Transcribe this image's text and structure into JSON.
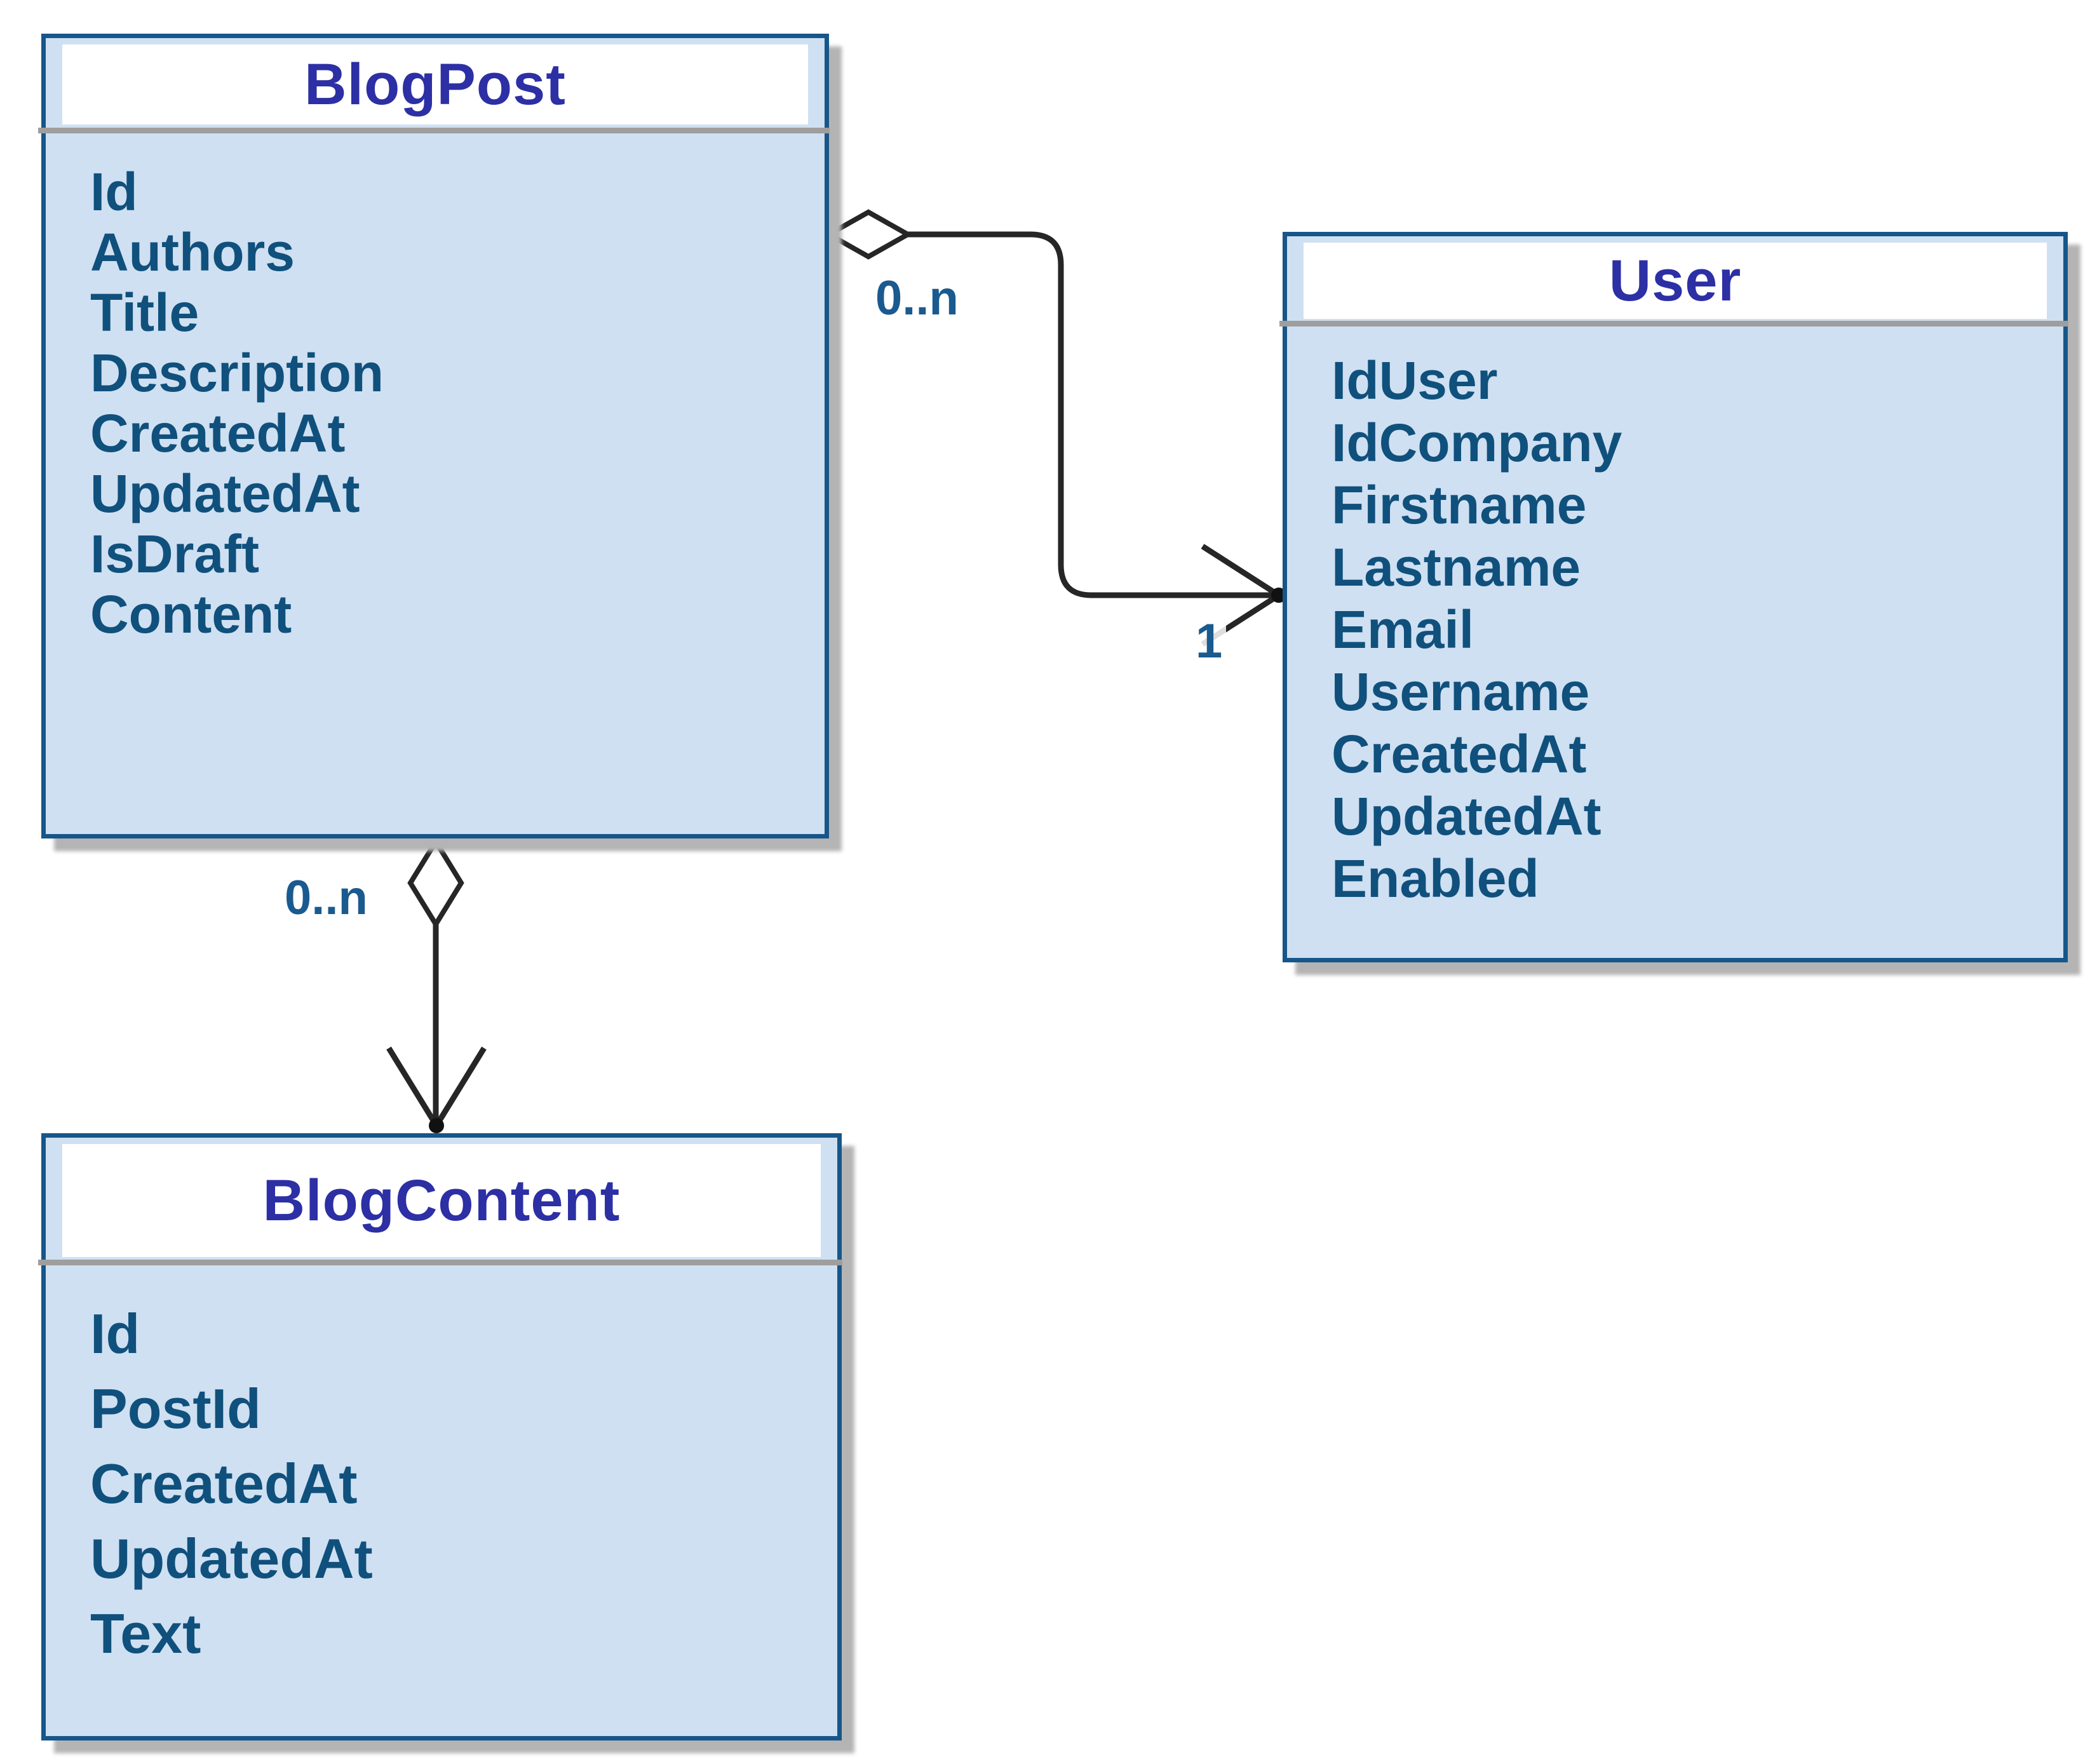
{
  "diagram": {
    "type": "uml-entity-diagram",
    "entities": [
      {
        "id": "blogpost",
        "name": "BlogPost",
        "attributes": [
          "Id",
          "Authors",
          "Title",
          "Description",
          "CreatedAt",
          "UpdatedAt",
          "IsDraft",
          "Content"
        ]
      },
      {
        "id": "user",
        "name": "User",
        "attributes": [
          "IdUser",
          "IdCompany",
          "Firstname",
          "Lastname",
          "Email",
          "Username",
          "CreatedAt",
          "UpdatedAt",
          "Enabled"
        ]
      },
      {
        "id": "blogcontent",
        "name": "BlogContent",
        "attributes": [
          "Id",
          "PostId",
          "CreatedAt",
          "UpdatedAt",
          "Text"
        ]
      }
    ],
    "relationships": [
      {
        "from": "BlogPost",
        "to": "User",
        "type": "aggregation-arrow",
        "from_multiplicity": "0..n",
        "to_multiplicity": "1"
      },
      {
        "from": "BlogPost",
        "to": "BlogContent",
        "type": "aggregation-arrow",
        "from_multiplicity": "0..n",
        "to_multiplicity": ""
      }
    ],
    "colors": {
      "box_fill": "#cfe0f2",
      "box_border": "#175689",
      "header_fill": "#ffffff",
      "title_text": "#2d2fa5",
      "attribute_text": "#10507c",
      "divider": "#9e9e9e",
      "connector": "#262626",
      "multiplicity_text": "#1a5a8f",
      "shadow": "#b4b4b4",
      "background": "#ffffff"
    }
  }
}
